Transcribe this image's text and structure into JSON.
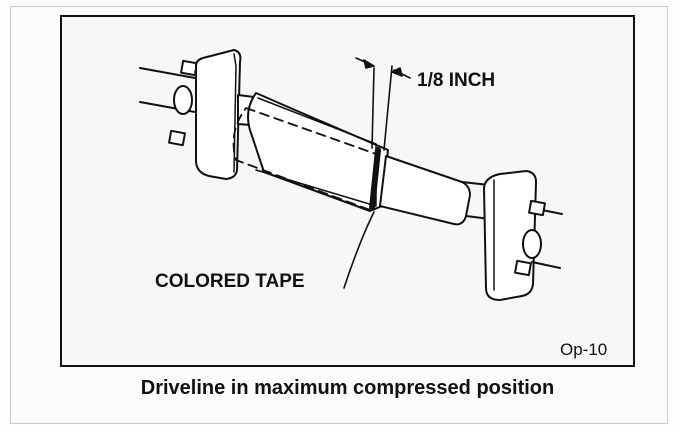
{
  "figure": {
    "dimension_label": "1/8 INCH",
    "tape_label": "COLORED TAPE",
    "figure_id": "Op-10"
  },
  "caption": "Driveline in maximum compressed position"
}
